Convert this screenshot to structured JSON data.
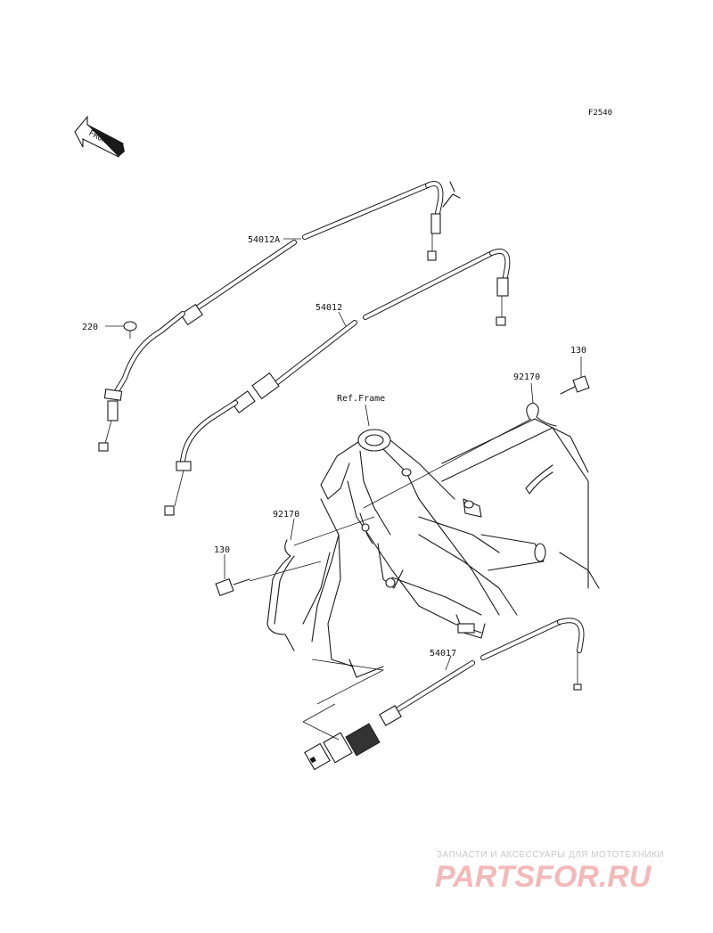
{
  "diagram_code": "F2540",
  "front_label": "FRONT",
  "ref_frame_label": "Ref.Frame",
  "parts": {
    "cable_54012A": "54012A",
    "cable_54012": "54012",
    "cable_54017": "54017",
    "clamp_top": "92170",
    "clamp_left": "92170",
    "bolt_right": "130",
    "bolt_left": "130",
    "cap_220": "220"
  },
  "watermark": {
    "tagline": "ЗАПЧАСТИ И АКСЕССУАРЫ ДЛЯ МОТОТЕХНИКИ",
    "logo": "PARTSFOR.RU",
    "logo_color": "#f3b9b9"
  }
}
